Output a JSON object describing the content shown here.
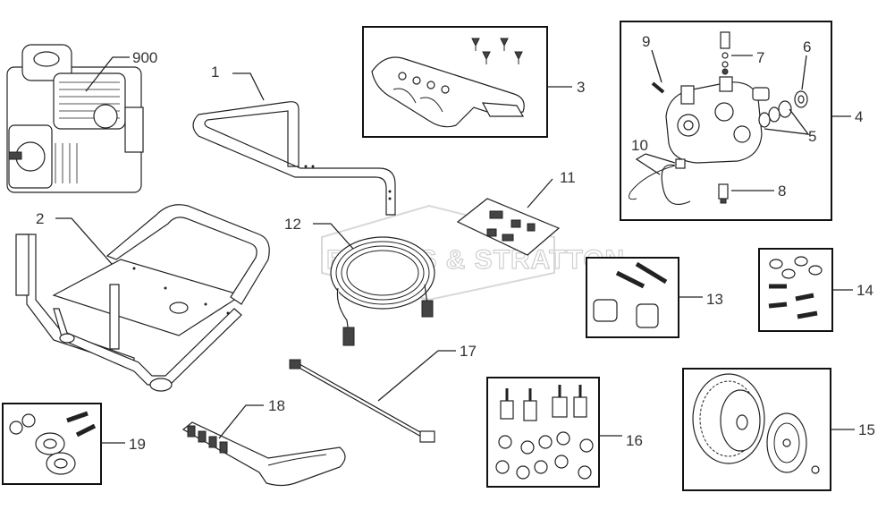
{
  "watermark": {
    "text": "BRIGGS & STRATTON"
  },
  "callouts": [
    {
      "id": "900",
      "text": "900"
    },
    {
      "id": "1",
      "text": "1"
    },
    {
      "id": "2",
      "text": "2"
    },
    {
      "id": "3",
      "text": "3"
    },
    {
      "id": "4",
      "text": "4"
    },
    {
      "id": "5",
      "text": "5"
    },
    {
      "id": "6",
      "text": "6"
    },
    {
      "id": "7",
      "text": "7"
    },
    {
      "id": "8",
      "text": "8"
    },
    {
      "id": "9",
      "text": "9"
    },
    {
      "id": "10",
      "text": "10"
    },
    {
      "id": "11",
      "text": "11"
    },
    {
      "id": "12",
      "text": "12"
    },
    {
      "id": "13",
      "text": "13"
    },
    {
      "id": "14",
      "text": "14"
    },
    {
      "id": "15",
      "text": "15"
    },
    {
      "id": "16",
      "text": "16"
    },
    {
      "id": "17",
      "text": "17"
    },
    {
      "id": "18",
      "text": "18"
    },
    {
      "id": "19",
      "text": "19"
    }
  ]
}
